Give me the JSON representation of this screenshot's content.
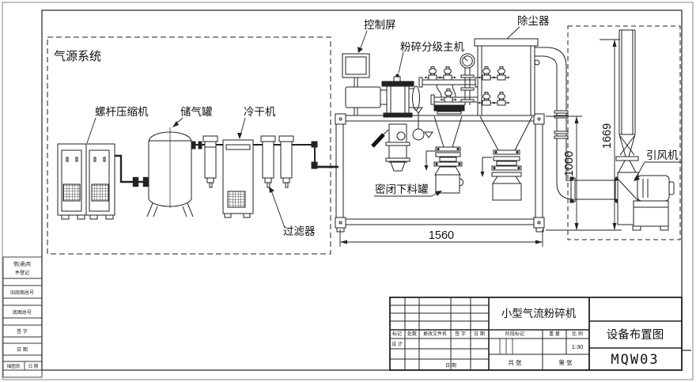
{
  "labels": {
    "air_system": "气源系统",
    "compressor": "螺杆压缩机",
    "tank": "储气罐",
    "dryer": "冷干机",
    "filter": "过滤器",
    "control": "控制屏",
    "mill": "粉碎分级主机",
    "dust": "除尘器",
    "discharge": "密闭下料罐",
    "fan": "引风机"
  },
  "dims": {
    "width": "1560",
    "fan_h": "1000",
    "stack_h": "1669"
  },
  "margin": {
    "reg1": "借(通)用",
    "reg2": "件登记",
    "old_base": "旧底图总号",
    "base": "底图总号",
    "sign": "签  字",
    "date": "日  期",
    "tracer": "描图员",
    "tracer_date": "日 期"
  },
  "title_block": {
    "mark": "标记",
    "qty": "处数",
    "file": "更改文件名",
    "sign": "签 字",
    "date": "日 期",
    "design": "设 计",
    "date2": "日 期",
    "stage": "阶段标记",
    "weight": "重 量",
    "scale": "比 例",
    "scale_val": "1:30",
    "sheets_total": "共  张",
    "sheet_no": "第  张",
    "product": "小型气流粉碎机",
    "name": "设备布置图",
    "code": "MQW03"
  },
  "colors": {
    "line": "#222222",
    "ink": "#111111",
    "bg": "#ffffff"
  }
}
